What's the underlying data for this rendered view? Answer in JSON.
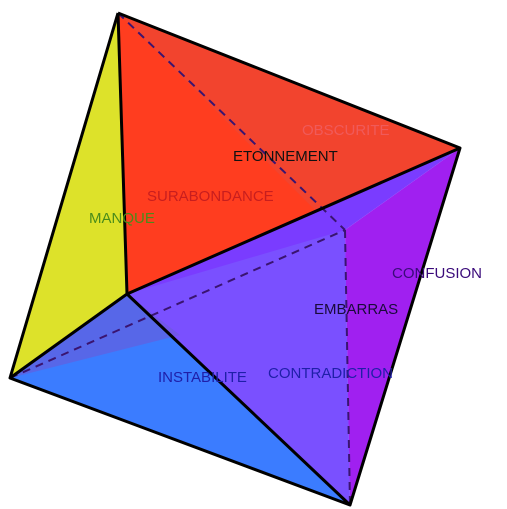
{
  "diagram": {
    "faces": [
      {
        "id": "obscurite",
        "label": "OBSCURITE",
        "color": "#e03535",
        "label_color": "#f05a5a"
      },
      {
        "id": "etonnement",
        "label": "ETONNEMENT",
        "color": "#ff3d1f",
        "label_color": "#111111"
      },
      {
        "id": "surabondance",
        "label": "SURABONDANCE",
        "color": "#ff3d1f",
        "label_color": "#c81e1e"
      },
      {
        "id": "manque",
        "label": "MANQUE",
        "color": "#dde22a",
        "label_color": "#4a8c1a"
      },
      {
        "id": "confusion",
        "label": "CONFUSION",
        "color": "#a020f0",
        "label_color": "#3a0a7a"
      },
      {
        "id": "embarras",
        "label": "EMBARRAS",
        "color": "#7a3cff",
        "label_color": "#1a0a3a"
      },
      {
        "id": "instabilite",
        "label": "INSTABILITE",
        "color": "#3b7cff",
        "label_color": "#1f1fa8"
      },
      {
        "id": "contradiction",
        "label": "CONTRADICTION",
        "color": "#7a58ff",
        "label_color": "#1f1fa8"
      }
    ]
  }
}
